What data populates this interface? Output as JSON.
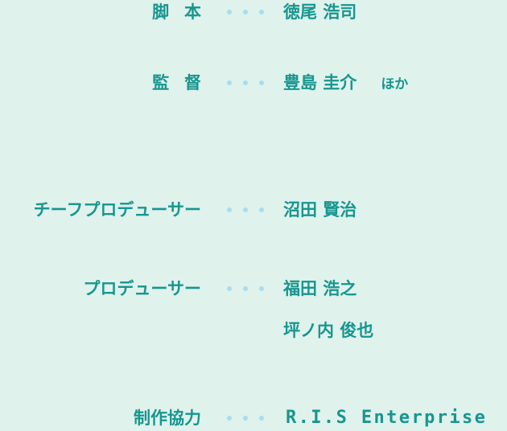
{
  "credits": [
    {
      "role": "脚本",
      "names": [
        "徳尾 浩司"
      ],
      "extra": ""
    },
    {
      "role": "監督",
      "names": [
        "豊島 圭介"
      ],
      "extra": "ほか"
    },
    {
      "role": "チーフプロデューサー",
      "names": [
        "沼田 賢治"
      ],
      "extra": ""
    },
    {
      "role": "プロデューサー",
      "names": [
        "福田 浩之",
        "坪ノ内 俊也"
      ],
      "extra": ""
    },
    {
      "role": "制作協力",
      "names": [
        "R.I.S Enterprise"
      ],
      "extra": ""
    }
  ],
  "colors": {
    "background": "#e0f2ec",
    "text": "#17968f",
    "dots": "#a8dcf0"
  }
}
